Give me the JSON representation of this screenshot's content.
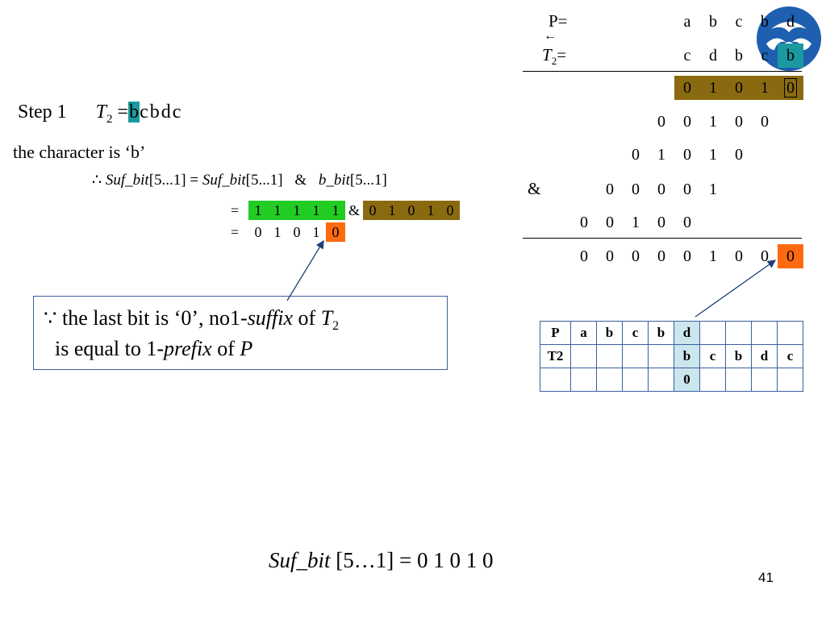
{
  "step": {
    "label": "Step 1",
    "var": "T",
    "sub": "2",
    "eq": "=",
    "highlight_char": "b",
    "rest_chars": [
      "c",
      "b",
      "d",
      "c"
    ]
  },
  "character_line": "the character is ‘b’",
  "formula": {
    "therefore": "∴",
    "lhs_name": "Suf_bit",
    "lhs_range": "[5...1] = ",
    "rhs_name": "Suf_bit",
    "rhs_range": "[5...1]",
    "amp": "&",
    "b_name": "b_bit",
    "b_range": "[5...1]"
  },
  "calc": {
    "eq1": "=",
    "green_bits": [
      "1",
      "1",
      "1",
      "1",
      "1"
    ],
    "amp": "&",
    "brown_bits": [
      "0",
      "1",
      "0",
      "1",
      "0"
    ],
    "eq2": "=",
    "result_bits": [
      "0",
      "1",
      "0",
      "1"
    ],
    "result_last": "0"
  },
  "explain": {
    "because": "∵",
    "line1_a": " the last bit is ‘0’, no1-",
    "line1_suffix": "suffix",
    "line1_b": " of ",
    "line1_T": "T",
    "line1_sub": "2",
    "line2_a": "is equal to 1-",
    "line2_prefix": "prefix",
    "line2_b": " of ",
    "line2_P": "P"
  },
  "right": {
    "p_label": "P=",
    "p_chars": [
      "a",
      "b",
      "c",
      "b",
      "d"
    ],
    "t_arrow": "←",
    "t_label": "T",
    "t_sub": "2",
    "t_eq": "=",
    "t_chars": [
      "c",
      "d",
      "b",
      "c",
      "b"
    ],
    "row_brown": [
      "0",
      "1",
      "0",
      "1",
      "0"
    ],
    "row2": [
      "0",
      "0",
      "1",
      "0",
      "0"
    ],
    "row3": [
      "0",
      "1",
      "0",
      "1",
      "0"
    ],
    "amp": "&",
    "row4": [
      "0",
      "0",
      "0",
      "0",
      "1"
    ],
    "row5": [
      "0",
      "0",
      "1",
      "0",
      "0"
    ],
    "row_result": [
      "0",
      "0",
      "0",
      "0",
      "0",
      "1",
      "0",
      "0",
      "0"
    ]
  },
  "ptable": {
    "row1": [
      "P",
      "a",
      "b",
      "c",
      "b",
      "d",
      "",
      "",
      "",
      ""
    ],
    "row2": [
      "T2",
      "",
      "",
      "",
      "",
      "b",
      "c",
      "b",
      "d",
      "c"
    ],
    "row3": [
      "",
      "",
      "",
      "",
      "",
      "0",
      "",
      "",
      "",
      ""
    ]
  },
  "footer": {
    "name": "Suf_bit",
    "rest": " [5…1] = 0 1 0 1 0"
  },
  "page_number": "41",
  "colors": {
    "teal": "#1a9aa0",
    "green": "#22cc22",
    "brown": "#8a6a10",
    "orange": "#ff6a10",
    "box_border": "#3a5fa0",
    "logo_blue": "#1e5fb0"
  },
  "icons": {
    "logo": "university-logo-icon"
  }
}
